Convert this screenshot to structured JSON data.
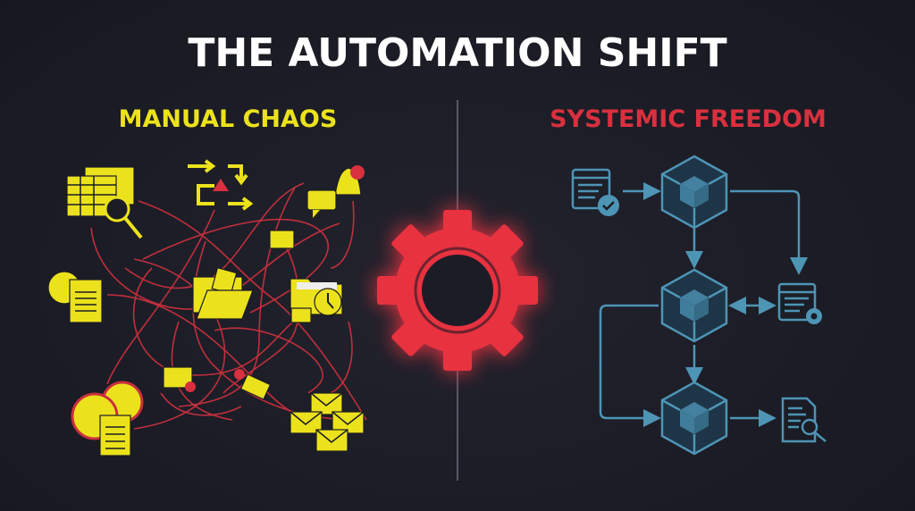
{
  "title": "THE AUTOMATION SHIFT",
  "left_panel": {
    "heading": "MANUAL CHAOS",
    "color": "#ece21c",
    "tangle_color": "#c9303e"
  },
  "right_panel": {
    "heading": "SYSTEMIC FREEDOM",
    "heading_color": "#d9303f",
    "diagram_color": "#4e94b5"
  },
  "center": {
    "icon": "gear-icon",
    "color": "#e8303f"
  },
  "left_icons": [
    "spreadsheet-search-icon",
    "workflow-arrows-warning-icon",
    "bell-alert-icon",
    "chat-icon",
    "note-icon",
    "clock-document-icon",
    "open-folder-icon",
    "folder-clock-icon",
    "folder-warning-icon",
    "email-at-icon",
    "clocks-document-icon",
    "envelopes-icon"
  ],
  "right_nodes": [
    "document-check-icon",
    "cube-node-1",
    "document-gear-icon",
    "cube-node-2",
    "cube-node-3",
    "document-search-icon"
  ]
}
